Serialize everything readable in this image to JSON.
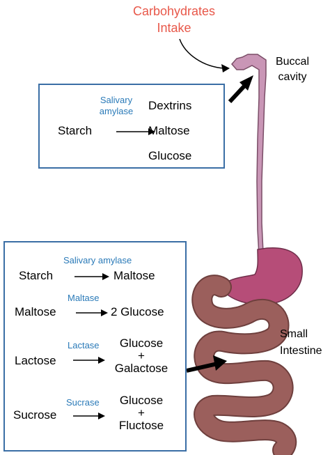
{
  "colors": {
    "title": "#e8584a",
    "enzyme": "#2a7ab8",
    "box_border": "#3a6ea5",
    "esophagus": "#c996b6",
    "stomach": "#b64d78",
    "intestine": "#9b5f5c",
    "intestine_dark": "#6e3f3d"
  },
  "title": {
    "line1": "Carbohydrates",
    "line2": "Intake"
  },
  "labels": {
    "buccal_line1": "Buccal",
    "buccal_line2": "cavity",
    "small_line1": "Small",
    "small_line2": "Intestine"
  },
  "mouth_box": {
    "enzyme_line1": "Salivary",
    "enzyme_line2": "amylase",
    "substrate": "Starch",
    "products": [
      "Dextrins",
      "Maltose",
      "Glucose"
    ]
  },
  "intestine_box": {
    "reactions": [
      {
        "enzyme": "Salivary amylase",
        "substrate": "Starch",
        "product_line1": "Maltose",
        "product_line2": ""
      },
      {
        "enzyme": "Maltase",
        "substrate": "Maltose",
        "product_line1": "2 Glucose",
        "product_line2": ""
      },
      {
        "enzyme": "Lactase",
        "substrate": "Lactose",
        "product_line1": "Glucose",
        "plus": "+",
        "product_line2": "Galactose"
      },
      {
        "enzyme": "Sucrase",
        "substrate": "Sucrose",
        "product_line1": "Glucose",
        "plus": "+",
        "product_line2": "Fluctose"
      }
    ]
  }
}
